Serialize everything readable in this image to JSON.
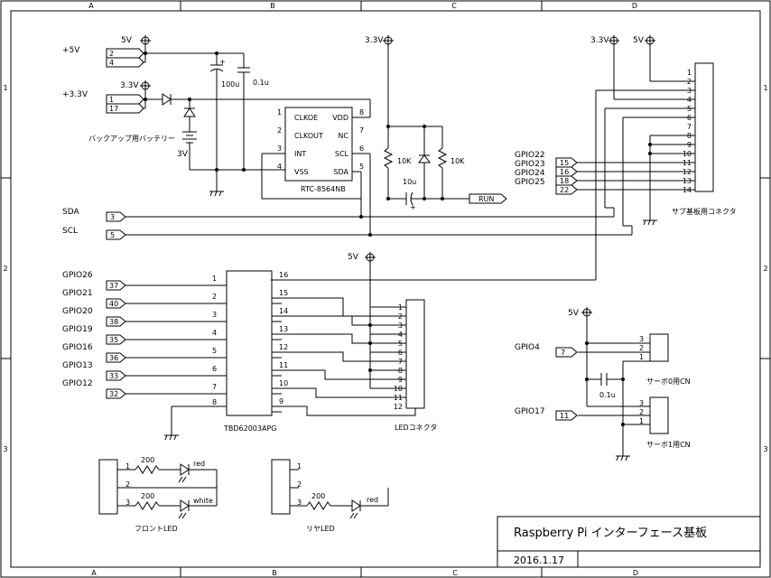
{
  "title": {
    "main": "Raspberry Pi インターフェース基板",
    "date": "2016.1.17"
  },
  "border": {
    "cols": [
      "A",
      "B",
      "C",
      "D"
    ],
    "rows": [
      "1",
      "2",
      "3"
    ]
  },
  "power": {
    "v5": "5V",
    "v33": "3.3V",
    "net_5v": "+5V",
    "net_33v": "+3.3V",
    "pin_5v": [
      "2",
      "4"
    ],
    "pin_33v": [
      "1",
      "17"
    ],
    "battery": "バックアップ用バッテリー",
    "battery_v": "3V",
    "cap_100u": "100u",
    "cap_01u": "0.1u"
  },
  "rtc": {
    "name": "RTC-8564NB",
    "left": [
      {
        "pin": "1",
        "label": "CLKOE"
      },
      {
        "pin": "2",
        "label": "CLKOUT"
      },
      {
        "pin": "3",
        "label": "INT"
      },
      {
        "pin": "4",
        "label": "VSS"
      }
    ],
    "right": [
      {
        "pin": "8",
        "label": "VDD"
      },
      {
        "pin": "7",
        "label": "NC"
      },
      {
        "pin": "6",
        "label": "SCL"
      },
      {
        "pin": "5",
        "label": "SDA"
      }
    ]
  },
  "run": {
    "r1": "10K",
    "r2": "10K",
    "cap": "10u",
    "label": "RUN"
  },
  "bus": {
    "sda": "SDA",
    "scl": "SCL",
    "sda_pin": "3",
    "scl_pin": "5"
  },
  "sub": {
    "name": "サブ基板用コネクタ",
    "pins": [
      "1",
      "2",
      "3",
      "4",
      "5",
      "6",
      "7",
      "8",
      "9",
      "10",
      "11",
      "12",
      "13",
      "14"
    ],
    "gpio": [
      {
        "name": "GPIO22",
        "pin": "15"
      },
      {
        "name": "GPIO23",
        "pin": "16"
      },
      {
        "name": "GPIO24",
        "pin": "18"
      },
      {
        "name": "GPIO25",
        "pin": "22"
      }
    ]
  },
  "driver": {
    "name": "TBD62003APG",
    "inputs": [
      {
        "gpio": "GPIO26",
        "pin": "37",
        "ic": "1"
      },
      {
        "gpio": "GPIO21",
        "pin": "40",
        "ic": "2"
      },
      {
        "gpio": "GPIO20",
        "pin": "38",
        "ic": "3"
      },
      {
        "gpio": "GPIO19",
        "pin": "35",
        "ic": "4"
      },
      {
        "gpio": "GPIO16",
        "pin": "36",
        "ic": "5"
      },
      {
        "gpio": "GPIO13",
        "pin": "33",
        "ic": "6"
      },
      {
        "gpio": "GPIO12",
        "pin": "32",
        "ic": "7"
      }
    ],
    "gnd_pin": "8",
    "right": [
      "16",
      "15",
      "14",
      "13",
      "12",
      "11",
      "10",
      "9"
    ]
  },
  "led_conn": {
    "name": "LEDコネクタ",
    "v5": "5V",
    "pins": [
      "1",
      "2",
      "3",
      "4",
      "5",
      "6",
      "7",
      "8",
      "9",
      "10",
      "11",
      "12"
    ]
  },
  "servo": {
    "v5": "5V",
    "cap": "0.1u",
    "s0": {
      "gpio": "GPIO4",
      "pin": "7",
      "name": "サーボ0用CN",
      "pins": [
        "3",
        "2",
        "1"
      ]
    },
    "s1": {
      "gpio": "GPIO17",
      "pin": "11",
      "name": "サーボ1用CN",
      "pins": [
        "3",
        "2",
        "1"
      ]
    }
  },
  "front": {
    "name": "フロントLED",
    "pins": [
      "1",
      "2",
      "3"
    ],
    "r1": "200",
    "r2": "200",
    "c1": "red",
    "c2": "white"
  },
  "rear": {
    "name": "リヤLED",
    "pins": [
      "1",
      "2",
      "3"
    ],
    "r": "200",
    "c": "red"
  }
}
